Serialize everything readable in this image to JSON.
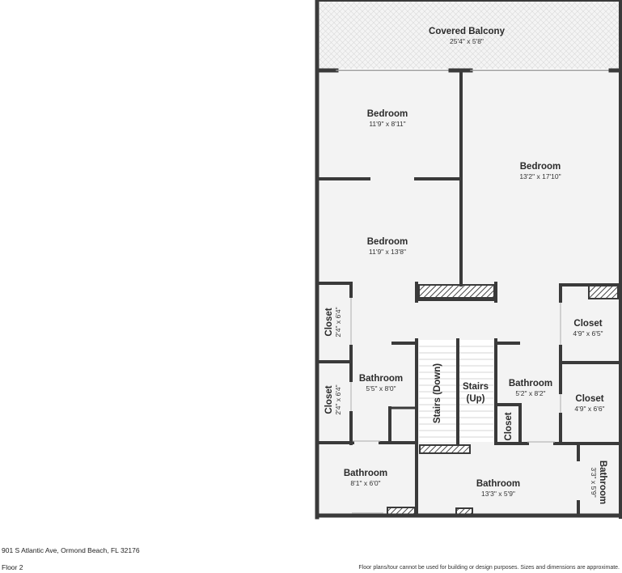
{
  "plan": {
    "rooms": {
      "covered_balcony": {
        "name": "Covered Balcony",
        "dim": "25'4\" x 5'8\""
      },
      "bedroom_top_left": {
        "name": "Bedroom",
        "dim": "11'9\" x 8'11\""
      },
      "bedroom_right": {
        "name": "Bedroom",
        "dim": "13'2\" x 17'10\""
      },
      "bedroom_mid_left": {
        "name": "Bedroom",
        "dim": "11'9\" x 13'8\""
      },
      "closet_left_upper": {
        "name": "Closet",
        "dim": "2'4\" x 6'4\""
      },
      "closet_left_lower": {
        "name": "Closet",
        "dim": "2'4\" x 6'4\""
      },
      "bathroom_left": {
        "name": "Bathroom",
        "dim": "5'5\" x 8'0\""
      },
      "stairs_down": {
        "name": "Stairs (Down)"
      },
      "stairs_up": {
        "name": "Stairs",
        "sub": "(Up)"
      },
      "bathroom_center": {
        "name": "Bathroom",
        "dim": "5'2\" x 8'2\""
      },
      "closet_right_upper": {
        "name": "Closet",
        "dim": "4'9\" x 6'5\""
      },
      "closet_right_lower": {
        "name": "Closet",
        "dim": "4'9\" x 6'6\""
      },
      "closet_small": {
        "name": "Closet"
      },
      "bathroom_bottom_left": {
        "name": "Bathroom",
        "dim": "8'1\" x 6'0\""
      },
      "bathroom_bottom_mid": {
        "name": "Bathroom",
        "dim": "13'3\" x 5'9\""
      },
      "bathroom_bottom_right": {
        "name": "Bathroom",
        "dim": "3'3\" x 5'9\""
      }
    }
  },
  "footer": {
    "address": "901 S Atlantic Ave, Ormond Beach, FL 32176",
    "floor": "Floor 2",
    "disclaimer": "Floor plans/tour cannot be used for building or design purposes. Sizes and dimensions are approximate."
  }
}
